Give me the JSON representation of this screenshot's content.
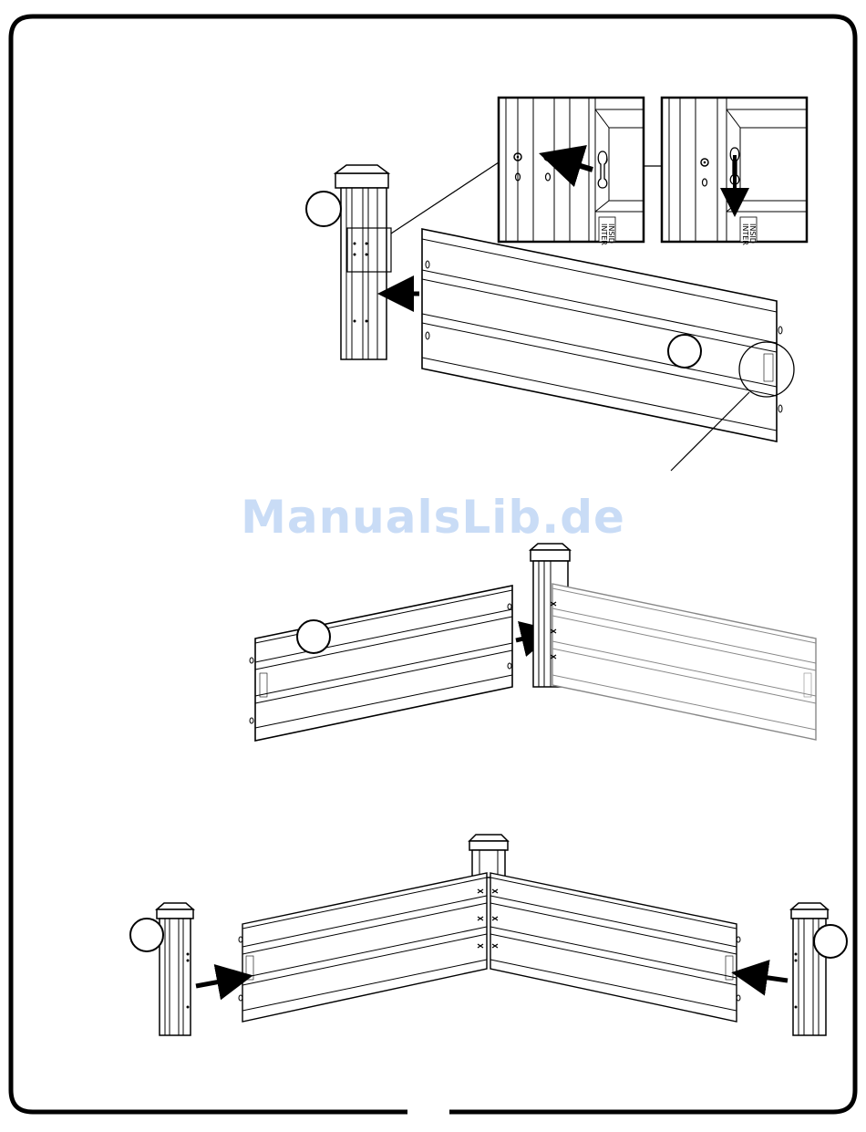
{
  "watermark": "ManualsLib.de",
  "colors": {
    "line": "#000000",
    "watermark": "#c9dcf6",
    "background": "#ffffff"
  },
  "detail": {
    "label_line1": "INSID",
    "label_line2": "INTER"
  },
  "icons": [
    "post-icon",
    "panel-icon",
    "arrow-icon",
    "callout-circle-icon",
    "keyhole-icon"
  ]
}
